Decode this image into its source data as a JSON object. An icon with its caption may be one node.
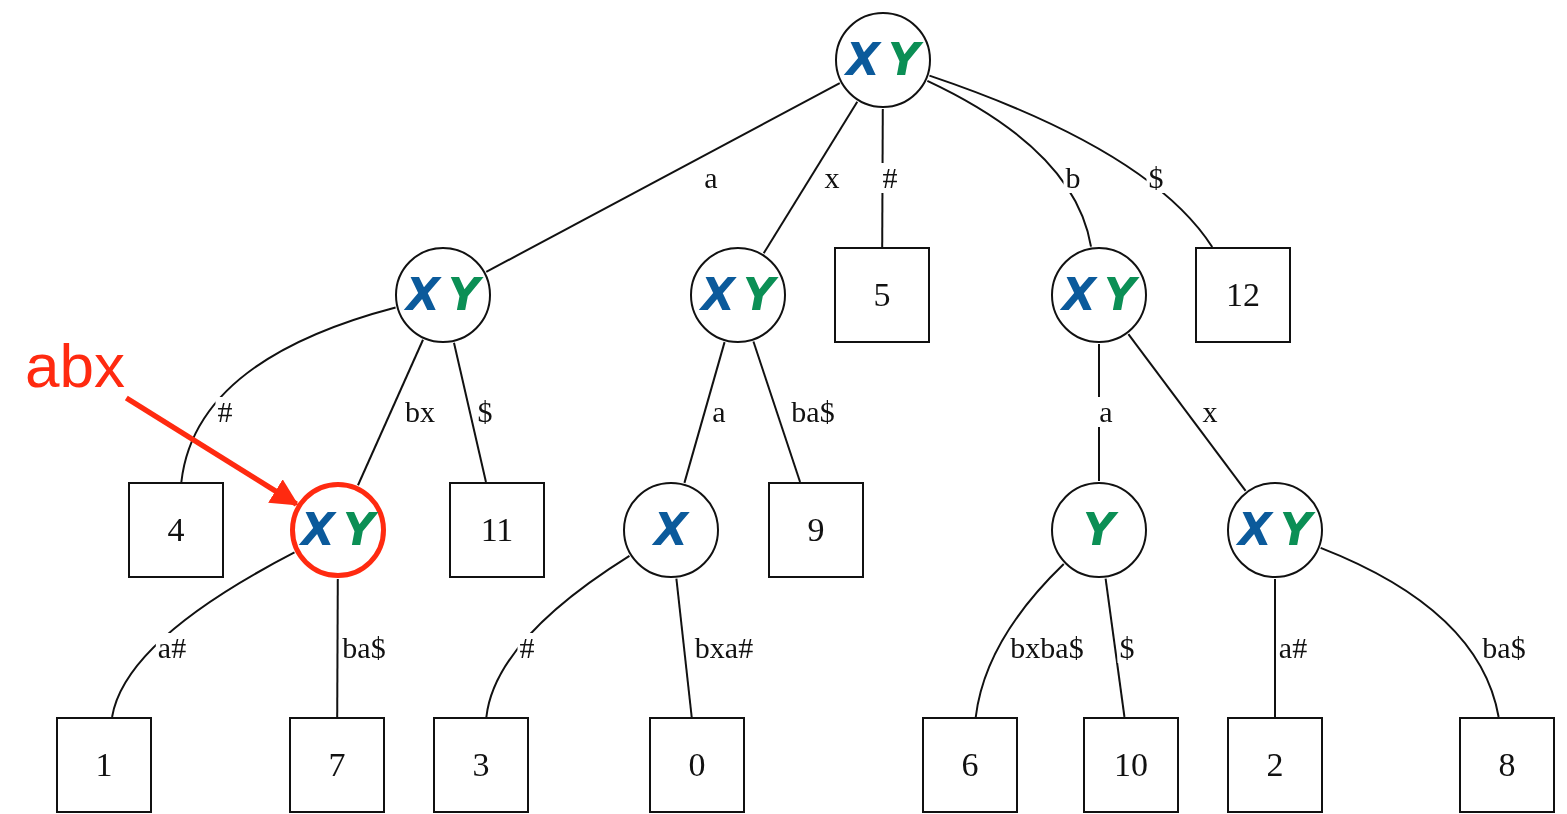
{
  "diagram": {
    "nodes": [
      {
        "text": [
          "X",
          "Y"
        ]
      },
      {
        "text": [
          "X",
          "Y"
        ]
      },
      {
        "text": [
          "X",
          "Y"
        ]
      },
      {
        "text": [
          "5"
        ]
      },
      {
        "text": [
          "X",
          "Y"
        ]
      },
      {
        "text": [
          "12"
        ]
      },
      {
        "text": [
          "4"
        ]
      },
      {
        "text": [
          "X",
          "Y"
        ]
      },
      {
        "text": [
          "11"
        ]
      },
      {
        "text": [
          "X"
        ]
      },
      {
        "text": [
          "9"
        ]
      },
      {
        "text": [
          "Y"
        ]
      },
      {
        "text": [
          "X",
          "Y"
        ]
      },
      {
        "text": [
          "1"
        ]
      },
      {
        "text": [
          "7"
        ]
      },
      {
        "text": [
          "3"
        ]
      },
      {
        "text": [
          "0"
        ]
      },
      {
        "text": [
          "6"
        ]
      },
      {
        "text": [
          "10"
        ]
      },
      {
        "text": [
          "2"
        ]
      },
      {
        "text": [
          "8"
        ]
      },
      {
        "text": [
          "abx"
        ]
      }
    ],
    "edges": [
      {
        "from": 0,
        "to": 1,
        "arrow": "none",
        "label": "a"
      },
      {
        "from": 0,
        "to": 2,
        "arrow": "none",
        "label": "x"
      },
      {
        "from": 0,
        "to": 3,
        "arrow": "none",
        "label": "#"
      },
      {
        "from": 0,
        "to": 4,
        "arrow": "none",
        "label": "b"
      },
      {
        "from": 0,
        "to": 5,
        "arrow": "none",
        "label": "$"
      },
      {
        "from": 1,
        "to": 6,
        "arrow": "none",
        "label": "#"
      },
      {
        "from": 1,
        "to": 7,
        "arrow": "none",
        "label": "bx"
      },
      {
        "from": 1,
        "to": 8,
        "arrow": "none",
        "label": "$"
      },
      {
        "from": 2,
        "to": 9,
        "arrow": "none",
        "label": "a"
      },
      {
        "from": 2,
        "to": 10,
        "arrow": "none",
        "label": "ba$"
      },
      {
        "from": 4,
        "to": 11,
        "arrow": "none",
        "label": "a"
      },
      {
        "from": 4,
        "to": 12,
        "arrow": "none",
        "label": "x"
      },
      {
        "from": 7,
        "to": 13,
        "arrow": "none",
        "label": "a#"
      },
      {
        "from": 7,
        "to": 14,
        "arrow": "none",
        "label": "ba$"
      },
      {
        "from": 9,
        "to": 15,
        "arrow": "none",
        "label": "#"
      },
      {
        "from": 9,
        "to": 16,
        "arrow": "none",
        "label": "bxa#"
      },
      {
        "from": 11,
        "to": 17,
        "arrow": "none",
        "label": "bxba$"
      },
      {
        "from": 11,
        "to": 18,
        "arrow": "none",
        "label": "$"
      },
      {
        "from": 12,
        "to": 19,
        "arrow": "none",
        "label": "a#"
      },
      {
        "from": 12,
        "to": 20,
        "arrow": "none",
        "label": "ba$"
      },
      {
        "from": 21,
        "to": 7,
        "arrow": "to",
        "style": "thick",
        "color": "#ff2a10"
      }
    ]
  }
}
